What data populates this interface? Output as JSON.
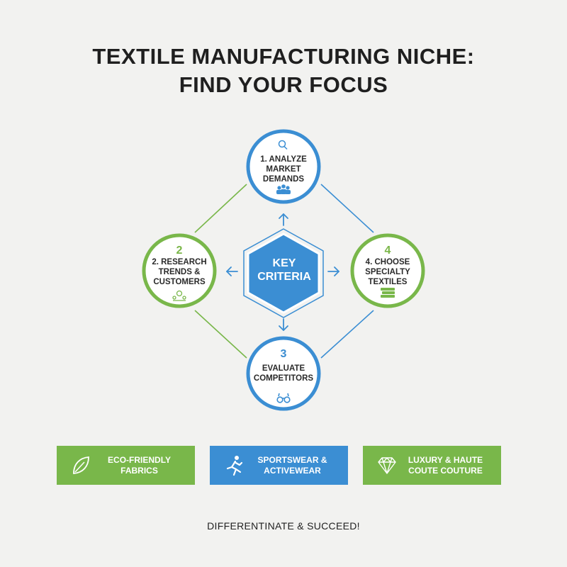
{
  "title": {
    "line1": "TEXTILE MANUFACTURING NICHE:",
    "line2": "FIND YOUR FOCUS"
  },
  "center": {
    "line1": "KEY",
    "line2": "CRITERIA"
  },
  "nodes": {
    "top": {
      "line1": "1. ANALYZE",
      "line2": "MARKET",
      "line3": "DEMANDS",
      "icon": "search-icon",
      "icon2": "group-icon"
    },
    "left": {
      "number": "2",
      "line1": "2. RESEARCH",
      "line2": "TRENDS &",
      "line3": "CUSTOMERS",
      "icon2": "award-icon"
    },
    "right": {
      "number": "4",
      "line1": "4. CHOOSE",
      "line2": "SPECIALTY",
      "line3": "TEXTILES",
      "icon2": "fabric-stack-icon"
    },
    "bottom": {
      "number": "3",
      "line1": "EVALUATE",
      "line2": "COMPETITORS",
      "icon2": "binoculars-icon"
    }
  },
  "niches": [
    {
      "line1": "ECO-FRIENDLY",
      "line2": "FABRICS",
      "icon": "leaf-icon"
    },
    {
      "line1": "SPORTSWEAR &",
      "line2": "ACTIVEWEAR",
      "icon": "runner-icon"
    },
    {
      "line1": "LUXURY & HAUTE",
      "line2": "COUTE COUTURE",
      "icon": "diamond-icon"
    }
  ],
  "tagline": "DIFFERENTINATE & SUCCEED!",
  "colors": {
    "green": "#79b74a",
    "blue": "#3b8ed3",
    "background": "#f2f2f0",
    "text": "#1f1f1f"
  }
}
